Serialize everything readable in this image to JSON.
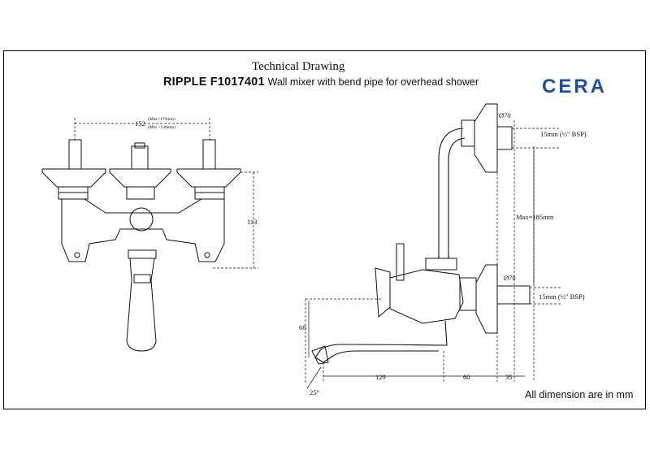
{
  "header": {
    "title": "Technical Drawing",
    "model": "RIPPLE F1017401",
    "description": "Wall mixer with bend pipe for overhead shower",
    "brand": "CERA"
  },
  "footer": {
    "note": "All dimension are in mm"
  },
  "dimensions": {
    "front_spacing": "152",
    "front_max": "(Max=170mm)",
    "front_min": "(Min =130mm)",
    "front_height": "113",
    "top_diameter": "Ø70",
    "top_thread": "15mm (½\" BSP)",
    "max_height": "Max=185mm",
    "bottom_diameter": "Ø70",
    "bottom_thread": "15mm (½\" BSP)",
    "spout_height": "68",
    "spout_length": "129",
    "body_depth": "60",
    "flange_depth": "35",
    "spout_angle": "25°"
  },
  "colors": {
    "brand": "#1d4e9e",
    "line": "#111111"
  }
}
